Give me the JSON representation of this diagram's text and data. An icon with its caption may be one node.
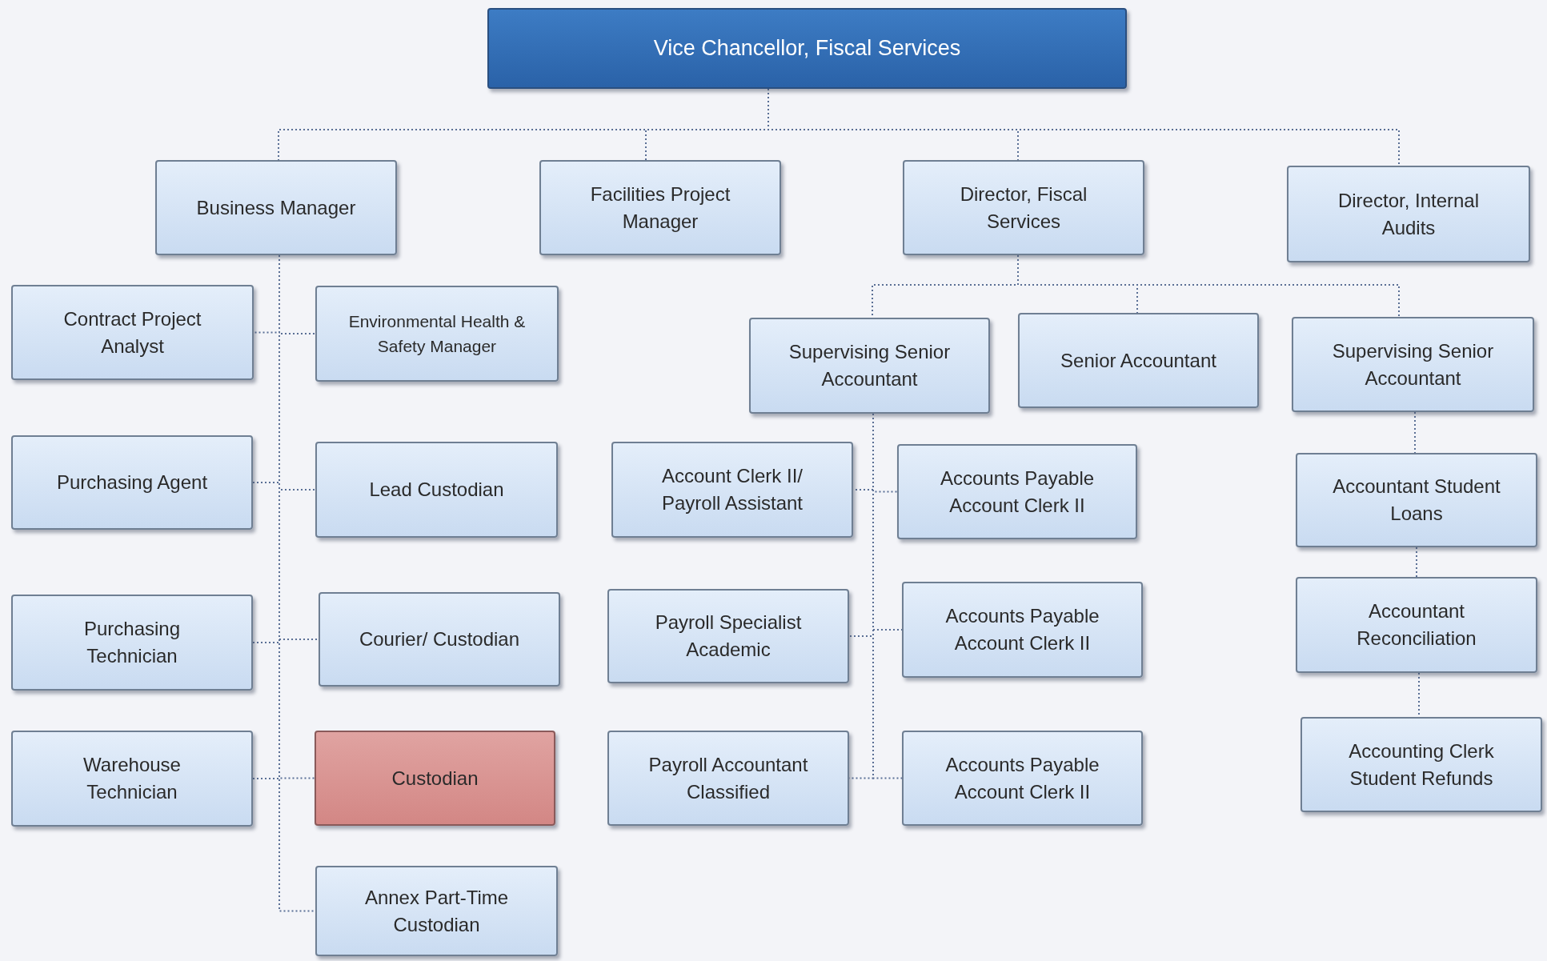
{
  "diagram": {
    "nodes": [
      {
        "text": [
          "Vice Chancellor, Fiscal Services"
        ]
      },
      {
        "text": [
          "Business Manager"
        ]
      },
      {
        "text": [
          "Facilities Project Manager"
        ]
      },
      {
        "text": [
          "Director, Fiscal Services"
        ]
      },
      {
        "text": [
          "Director, Internal Audits"
        ]
      },
      {
        "text": [
          "Contract Project Analyst"
        ]
      },
      {
        "text": [
          "Environmental Health & Safety Manager"
        ]
      },
      {
        "text": [
          "Purchasing Agent"
        ]
      },
      {
        "text": [
          "Lead Custodian"
        ]
      },
      {
        "text": [
          "Purchasing Technician"
        ]
      },
      {
        "text": [
          "Courier/ Custodian"
        ]
      },
      {
        "text": [
          "Warehouse Technician"
        ]
      },
      {
        "text": [
          "Custodian"
        ]
      },
      {
        "text": [
          "Annex Part-Time Custodian"
        ]
      },
      {
        "text": [
          "Supervising Senior Accountant"
        ]
      },
      {
        "text": [
          "Senior Accountant"
        ]
      },
      {
        "text": [
          "Supervising Senior Accountant"
        ]
      },
      {
        "text": [
          "Account Clerk II/ Payroll Assistant"
        ]
      },
      {
        "text": [
          "Accounts Payable Account Clerk II"
        ]
      },
      {
        "text": [
          "Payroll Specialist Academic"
        ]
      },
      {
        "text": [
          "Accounts Payable Account Clerk II"
        ]
      },
      {
        "text": [
          "Payroll Accountant Classified"
        ]
      },
      {
        "text": [
          "Accounts Payable Account Clerk II"
        ]
      },
      {
        "text": [
          "Accountant Student Loans"
        ]
      },
      {
        "text": [
          "Accountant Reconciliation"
        ]
      },
      {
        "text": [
          "Accounting Clerk Student Refunds"
        ]
      }
    ],
    "edges": [
      {
        "from": 0,
        "to": 1,
        "arrow": "none"
      },
      {
        "from": 0,
        "to": 2,
        "arrow": "none"
      },
      {
        "from": 0,
        "to": 3,
        "arrow": "none"
      },
      {
        "from": 0,
        "to": 4,
        "arrow": "none"
      },
      {
        "from": 1,
        "to": 5,
        "arrow": "none"
      },
      {
        "from": 1,
        "to": 6,
        "arrow": "none"
      },
      {
        "from": 1,
        "to": 7,
        "arrow": "none"
      },
      {
        "from": 1,
        "to": 8,
        "arrow": "none"
      },
      {
        "from": 1,
        "to": 9,
        "arrow": "none"
      },
      {
        "from": 1,
        "to": 10,
        "arrow": "none"
      },
      {
        "from": 1,
        "to": 11,
        "arrow": "none"
      },
      {
        "from": 1,
        "to": 12,
        "arrow": "none"
      },
      {
        "from": 1,
        "to": 13,
        "arrow": "none"
      },
      {
        "from": 3,
        "to": 14,
        "arrow": "none"
      },
      {
        "from": 3,
        "to": 15,
        "arrow": "none"
      },
      {
        "from": 3,
        "to": 16,
        "arrow": "none"
      },
      {
        "from": 14,
        "to": 17,
        "arrow": "none"
      },
      {
        "from": 14,
        "to": 18,
        "arrow": "none"
      },
      {
        "from": 14,
        "to": 19,
        "arrow": "none"
      },
      {
        "from": 14,
        "to": 20,
        "arrow": "none"
      },
      {
        "from": 14,
        "to": 21,
        "arrow": "none"
      },
      {
        "from": 14,
        "to": 22,
        "arrow": "none"
      },
      {
        "from": 16,
        "to": 23,
        "arrow": "none"
      },
      {
        "from": 23,
        "to": 24,
        "arrow": "none"
      },
      {
        "from": 24,
        "to": 25,
        "arrow": "none"
      }
    ]
  }
}
